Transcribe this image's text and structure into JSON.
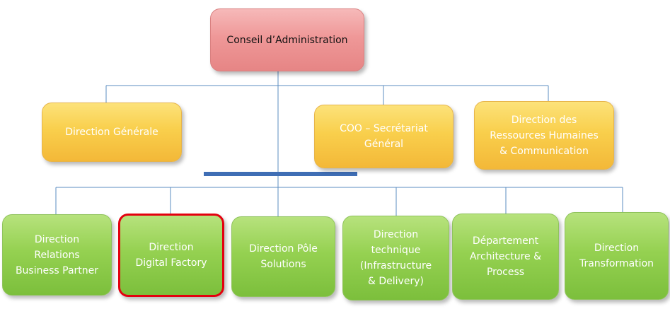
{
  "org_chart": {
    "root": {
      "label": "Conseil d’Administration"
    },
    "level1": [
      {
        "label": "Direction Générale"
      },
      {
        "label": "COO – Secrétariat\nGénéral"
      },
      {
        "label": "Direction des\nRessources Humaines\n& Communication"
      }
    ],
    "level2": [
      {
        "label": "Direction\nRelations\nBusiness Partner"
      },
      {
        "label": "Direction\nDigital Factory",
        "highlighted": true
      },
      {
        "label": "Direction Pôle\nSolutions"
      },
      {
        "label": "Direction\ntechnique\n(Infrastructure\n& Delivery)"
      },
      {
        "label": "Département\nArchitecture &\nProcess"
      },
      {
        "label": "Direction\nTransformation"
      }
    ]
  },
  "colors": {
    "root_fill": "#ef9898",
    "level1_fill": "#f9cf4c",
    "level2_fill": "#95d151",
    "highlight_border": "#e3000f",
    "connector": "#5b8cc0",
    "bus_bar": "#3f6eb5"
  }
}
